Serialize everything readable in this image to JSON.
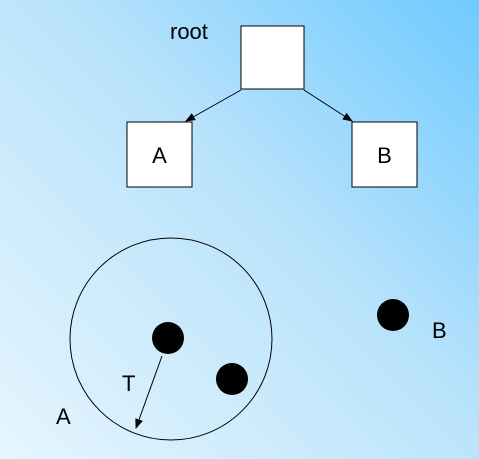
{
  "tree": {
    "root_label": "root",
    "root_box_text": "",
    "left_child_label": "A",
    "right_child_label": "B"
  },
  "space": {
    "region_label": "A",
    "radius_label": "T",
    "outside_point_label": "B"
  }
}
